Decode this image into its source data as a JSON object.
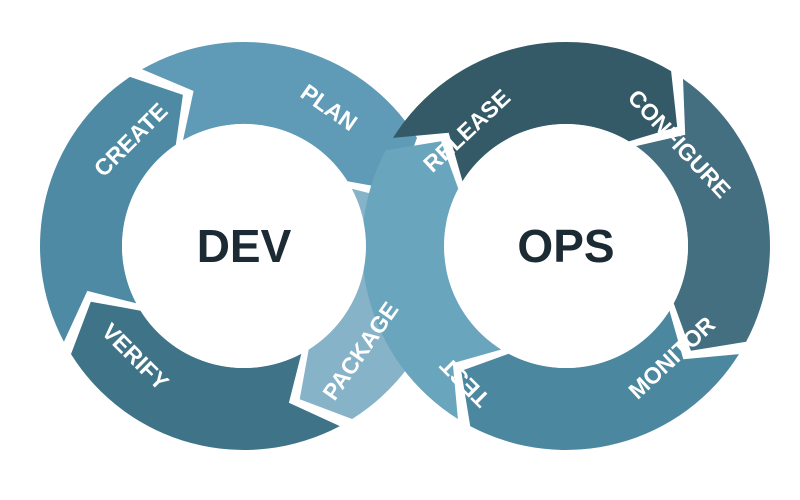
{
  "loops": [
    {
      "center_label": "DEV",
      "segments": [
        {
          "label": "PLAN",
          "color": "#86b3c8"
        },
        {
          "label": "PACKAGE",
          "color": "#3f7387"
        },
        {
          "label": "VERIFY",
          "color": "#4e8aa3"
        },
        {
          "label": "CREATE",
          "color": "#5f9bb6"
        }
      ]
    },
    {
      "center_label": "OPS",
      "segments": [
        {
          "label": "RELEASE",
          "color": "#345a68"
        },
        {
          "label": "CONFIGURE",
          "color": "#446f80"
        },
        {
          "label": "MONITOR",
          "color": "#4c87a0"
        },
        {
          "label": "TEST",
          "color": "#6aa5be"
        }
      ]
    }
  ]
}
